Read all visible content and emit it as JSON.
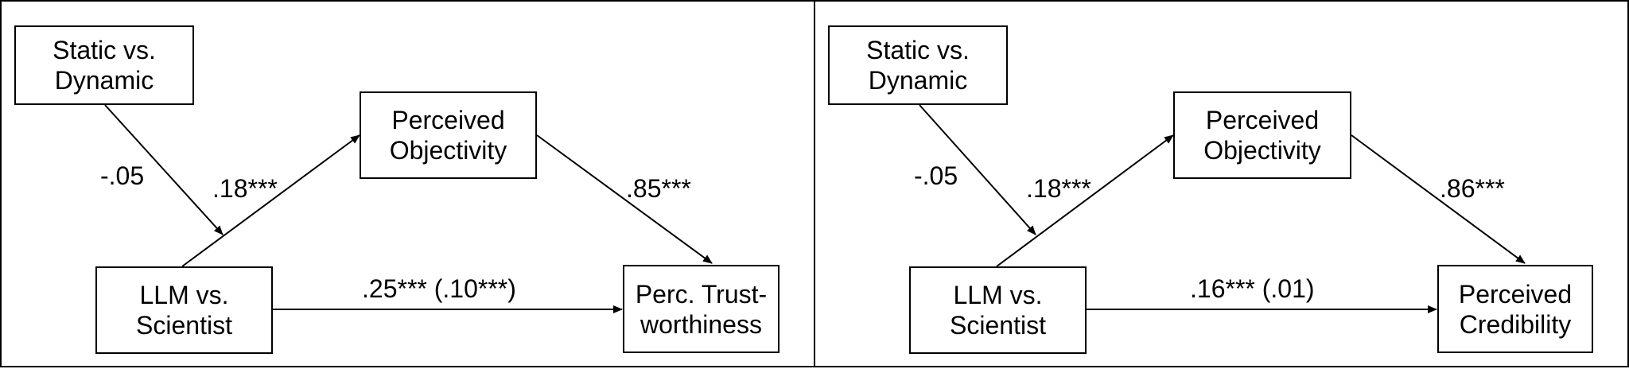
{
  "left": {
    "nodes": {
      "moderator": [
        "Static vs.",
        "Dynamic"
      ],
      "predictor": [
        "LLM vs.",
        "Scientist"
      ],
      "mediator": [
        "Perceived",
        "Objectivity"
      ],
      "outcome": [
        "Perc. Trust-",
        "worthiness"
      ]
    },
    "coefficients": {
      "moderation": "-.05",
      "a_path": ".18***",
      "b_path": ".85***",
      "c_path": ".25*** (.10***)"
    }
  },
  "right": {
    "nodes": {
      "moderator": [
        "Static vs.",
        "Dynamic"
      ],
      "predictor": [
        "LLM vs.",
        "Scientist"
      ],
      "mediator": [
        "Perceived",
        "Objectivity"
      ],
      "outcome": [
        "Perceived",
        "Credibility"
      ]
    },
    "coefficients": {
      "moderation": "-.05",
      "a_path": ".18***",
      "b_path": ".86***",
      "c_path": ".16*** (.01)"
    }
  }
}
